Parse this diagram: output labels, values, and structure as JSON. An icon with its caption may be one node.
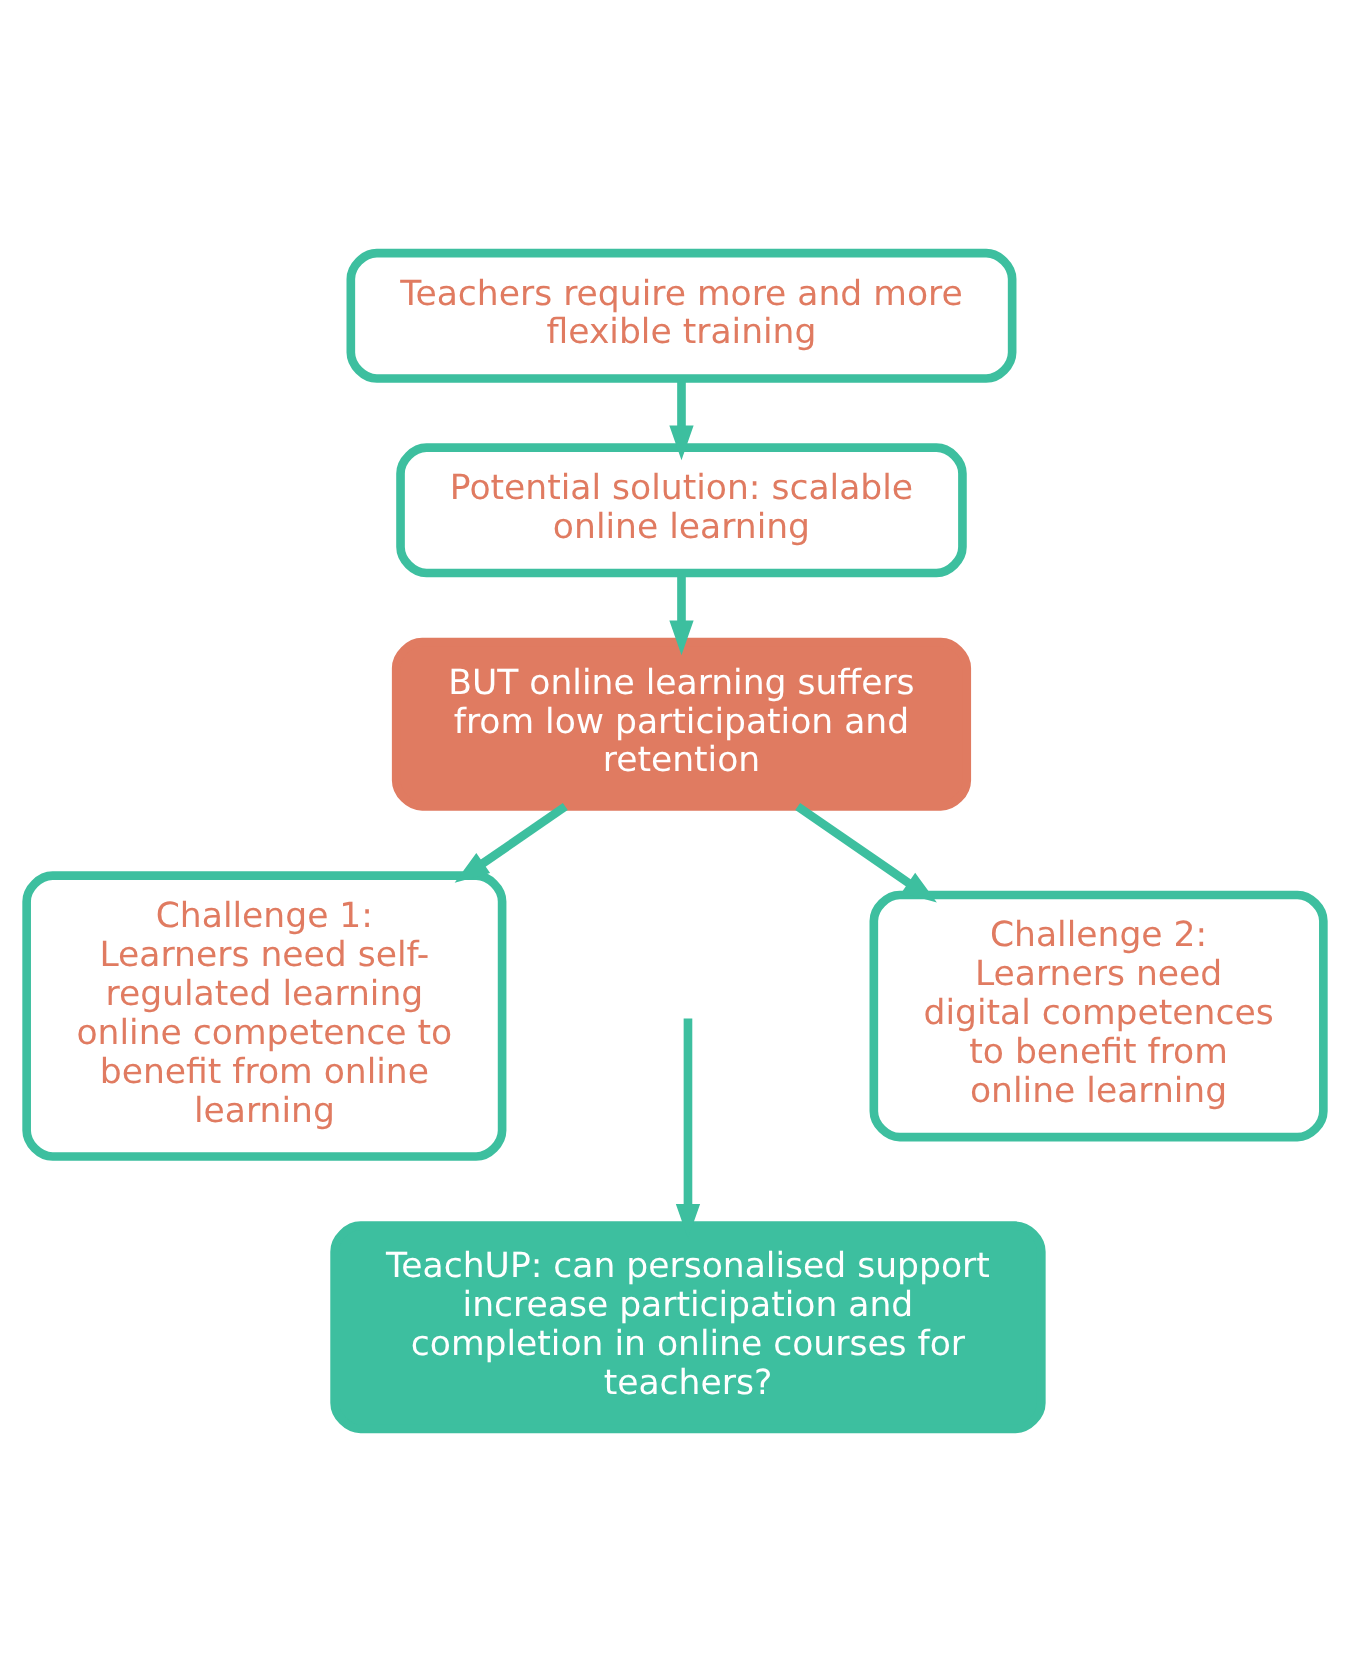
{
  "diagram": {
    "nodes": [
      {
        "text": [
          "Teachers require more and more flexible training"
        ]
      },
      {
        "text": [
          "Potential solution: scalable online learning"
        ]
      },
      {
        "text": [
          "BUT online learning suffers from low participation and retention"
        ]
      },
      {
        "text": [
          "Challenge 1: Learners need self-regulated learning online competence to benefit from online learning"
        ]
      },
      {
        "text": [
          "Challenge 2: Learners need digital competences to benefit from online learning"
        ]
      },
      {
        "text": [
          "TeachUP: can personalised support increase participation and completion in online courses for teachers?"
        ]
      }
    ],
    "edges": [
      {
        "from": 0,
        "to": 1,
        "arrow": "to"
      },
      {
        "from": 1,
        "to": 2,
        "arrow": "to"
      },
      {
        "from": 2,
        "to": 3,
        "arrow": "to"
      },
      {
        "from": 2,
        "to": 4,
        "arrow": "to"
      },
      {
        "from": null,
        "to": 5,
        "arrow": "to"
      }
    ]
  }
}
